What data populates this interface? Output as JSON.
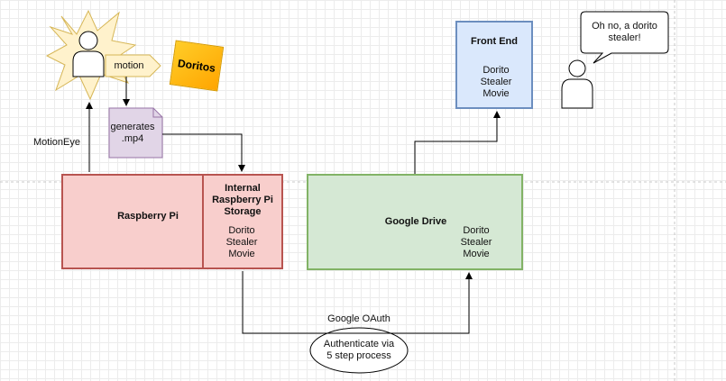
{
  "diagram": {
    "nodes": {
      "motion_arrow": "motion",
      "doritos": "Doritos",
      "generates": "generates\n.mp4",
      "motioneye": "MotionEye",
      "raspberry_pi": "Raspberry Pi",
      "internal_storage": "Internal\nRaspberry Pi\nStorage",
      "storage_movie": "Dorito\nStealer\nMovie",
      "google_drive": "Google Drive",
      "drive_movie": "Dorito\nStealer\nMovie",
      "front_end": "Front End",
      "front_end_movie": "Dorito\nStealer\nMovie",
      "speech_bubble": "Oh no, a dorito\nstealer!",
      "google_oauth": "Google OAuth",
      "authenticate": "Authenticate via\n5 step process"
    }
  }
}
